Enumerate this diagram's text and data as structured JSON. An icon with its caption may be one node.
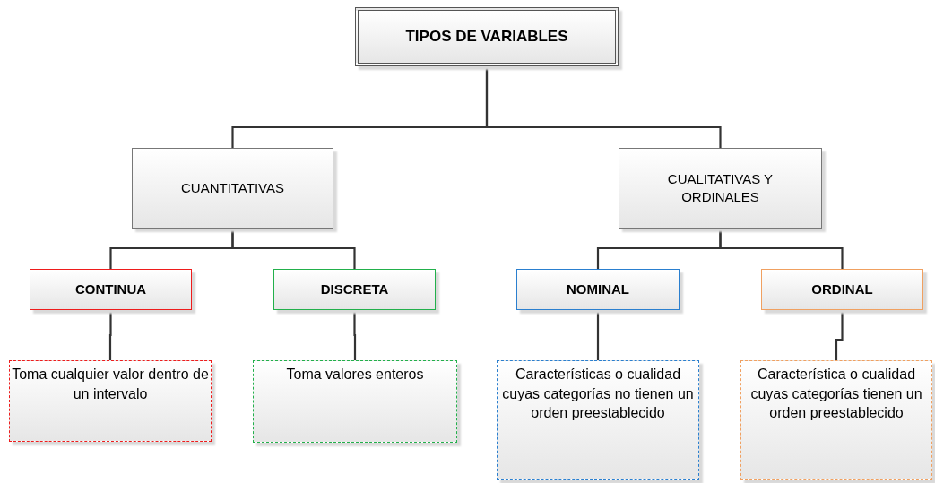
{
  "diagram": {
    "nodes": [
      {
        "text": [
          "TIPOS DE VARIABLES"
        ]
      },
      {
        "text": [
          "CUANTITATIVAS"
        ]
      },
      {
        "text": [
          "CUALITATIVAS Y ORDINALES"
        ]
      },
      {
        "text": [
          "CONTINUA"
        ]
      },
      {
        "text": [
          "DISCRETA"
        ]
      },
      {
        "text": [
          "NOMINAL"
        ]
      },
      {
        "text": [
          "ORDINAL"
        ]
      },
      {
        "text": [
          "Toma cualquier valor dentro de un intervalo"
        ]
      },
      {
        "text": [
          "Toma valores enteros"
        ]
      },
      {
        "text": [
          "Características o cualidad cuyas categorías no tienen un orden preestablecido"
        ]
      },
      {
        "text": [
          "Característica o cualidad cuyas categorías tienen un orden preestablecido"
        ]
      }
    ],
    "edges": [
      {
        "from": 0,
        "to": 1,
        "arrow": "none"
      },
      {
        "from": 0,
        "to": 2,
        "arrow": "none"
      },
      {
        "from": 1,
        "to": 3,
        "arrow": "none"
      },
      {
        "from": 1,
        "to": 4,
        "arrow": "none"
      },
      {
        "from": 2,
        "to": 5,
        "arrow": "none"
      },
      {
        "from": 2,
        "to": 6,
        "arrow": "none"
      },
      {
        "from": 3,
        "to": 7,
        "arrow": "none"
      },
      {
        "from": 4,
        "to": 8,
        "arrow": "none"
      },
      {
        "from": 5,
        "to": 9,
        "arrow": "none"
      },
      {
        "from": 6,
        "to": 10,
        "arrow": "none"
      }
    ]
  }
}
